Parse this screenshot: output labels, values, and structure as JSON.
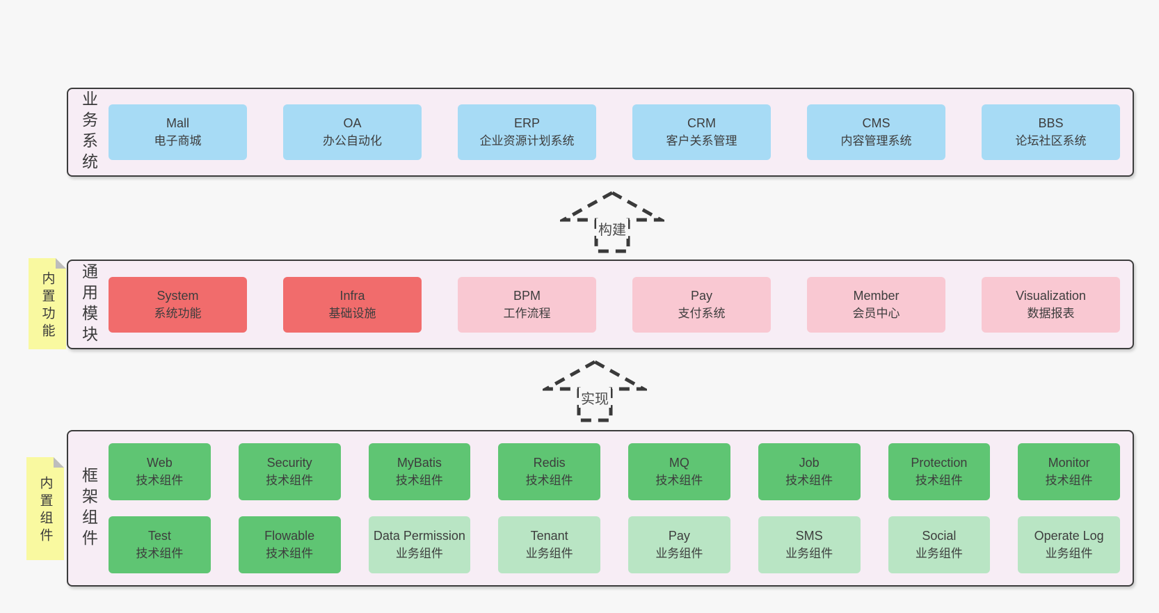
{
  "colors": {
    "background": "#f7f7f7",
    "container_fill": "#f7edf5",
    "container_border": "#3c3c3c",
    "box_blue": "#a7dbf5",
    "box_red": "#f16c6c",
    "box_pink": "#f9c8d2",
    "box_green": "#5fc573",
    "box_light_green": "#b9e5c4",
    "sticky_yellow": "#f9f9a0",
    "text": "#3d3d3d"
  },
  "arrows": {
    "build": "构建",
    "implement": "实现"
  },
  "layers": {
    "business": {
      "label": "业务系统",
      "boxes": [
        {
          "name": "Mall",
          "desc": "电子商城"
        },
        {
          "name": "OA",
          "desc": "办公自动化"
        },
        {
          "name": "ERP",
          "desc": "企业资源计划系统"
        },
        {
          "name": "CRM",
          "desc": "客户关系管理"
        },
        {
          "name": "CMS",
          "desc": "内容管理系统"
        },
        {
          "name": "BBS",
          "desc": "论坛社区系统"
        }
      ]
    },
    "modules": {
      "label": "通用模块",
      "sticky": "内置功能",
      "boxes": [
        {
          "name": "System",
          "desc": "系统功能",
          "variant": "red"
        },
        {
          "name": "Infra",
          "desc": "基础设施",
          "variant": "red"
        },
        {
          "name": "BPM",
          "desc": "工作流程",
          "variant": "pink"
        },
        {
          "name": "Pay",
          "desc": "支付系统",
          "variant": "pink"
        },
        {
          "name": "Member",
          "desc": "会员中心",
          "variant": "pink"
        },
        {
          "name": "Visualization",
          "desc": "数据报表",
          "variant": "pink"
        }
      ]
    },
    "components": {
      "label": "框架组件",
      "sticky": "内置组件",
      "row1": [
        {
          "name": "Web",
          "desc": "技术组件",
          "variant": "green"
        },
        {
          "name": "Security",
          "desc": "技术组件",
          "variant": "green"
        },
        {
          "name": "MyBatis",
          "desc": "技术组件",
          "variant": "green"
        },
        {
          "name": "Redis",
          "desc": "技术组件",
          "variant": "green"
        },
        {
          "name": "MQ",
          "desc": "技术组件",
          "variant": "green"
        },
        {
          "name": "Job",
          "desc": "技术组件",
          "variant": "green"
        },
        {
          "name": "Protection",
          "desc": "技术组件",
          "variant": "green"
        },
        {
          "name": "Monitor",
          "desc": "技术组件",
          "variant": "green"
        }
      ],
      "row2": [
        {
          "name": "Test",
          "desc": "技术组件",
          "variant": "green"
        },
        {
          "name": "Flowable",
          "desc": "技术组件",
          "variant": "green"
        },
        {
          "name": "Data Permission",
          "desc": "业务组件",
          "variant": "lightgreen"
        },
        {
          "name": "Tenant",
          "desc": "业务组件",
          "variant": "lightgreen"
        },
        {
          "name": "Pay",
          "desc": "业务组件",
          "variant": "lightgreen"
        },
        {
          "name": "SMS",
          "desc": "业务组件",
          "variant": "lightgreen"
        },
        {
          "name": "Social",
          "desc": "业务组件",
          "variant": "lightgreen"
        },
        {
          "name": "Operate Log",
          "desc": "业务组件",
          "variant": "lightgreen"
        }
      ]
    }
  }
}
